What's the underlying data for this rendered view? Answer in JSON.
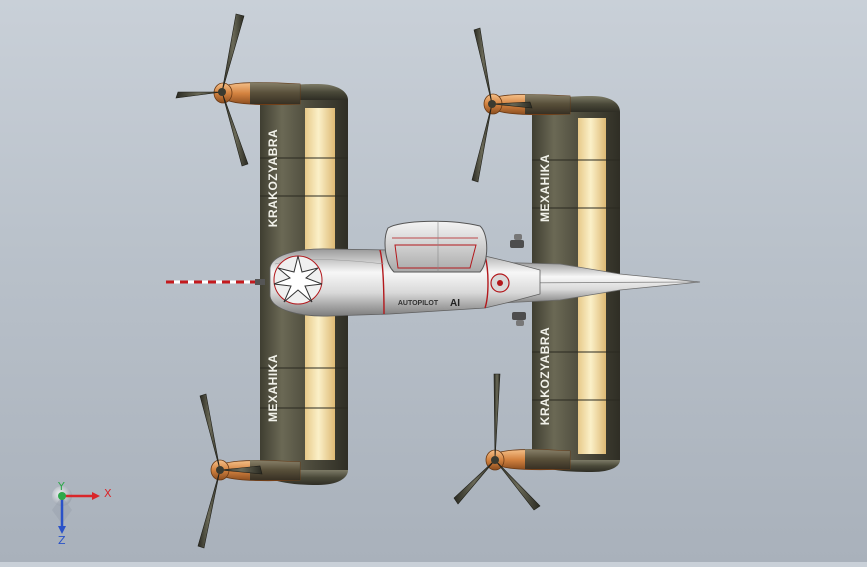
{
  "model": {
    "wing_marking_latin": "KRAKOZYABRA",
    "wing_marking_cyrillic": "MEXAHIKA",
    "fuselage_marking": "AUTOPILOT",
    "fuselage_marking_suffix": "AI"
  },
  "triad": {
    "x_label": "X",
    "y_label": "Y",
    "z_label": "Z",
    "colors": {
      "x": "#d9262a",
      "y": "#2ea84a",
      "z": "#2a52c8"
    }
  },
  "colors": {
    "background_top": "#c9d0d8",
    "background_bottom": "#a9b1bb",
    "wing_olive": "#5c5a48",
    "wing_cream": "#f6e4a8",
    "nacelle_copper": "#d8894a",
    "fuselage_silver": "#e2e2e2",
    "trim_red": "#b3181c"
  }
}
